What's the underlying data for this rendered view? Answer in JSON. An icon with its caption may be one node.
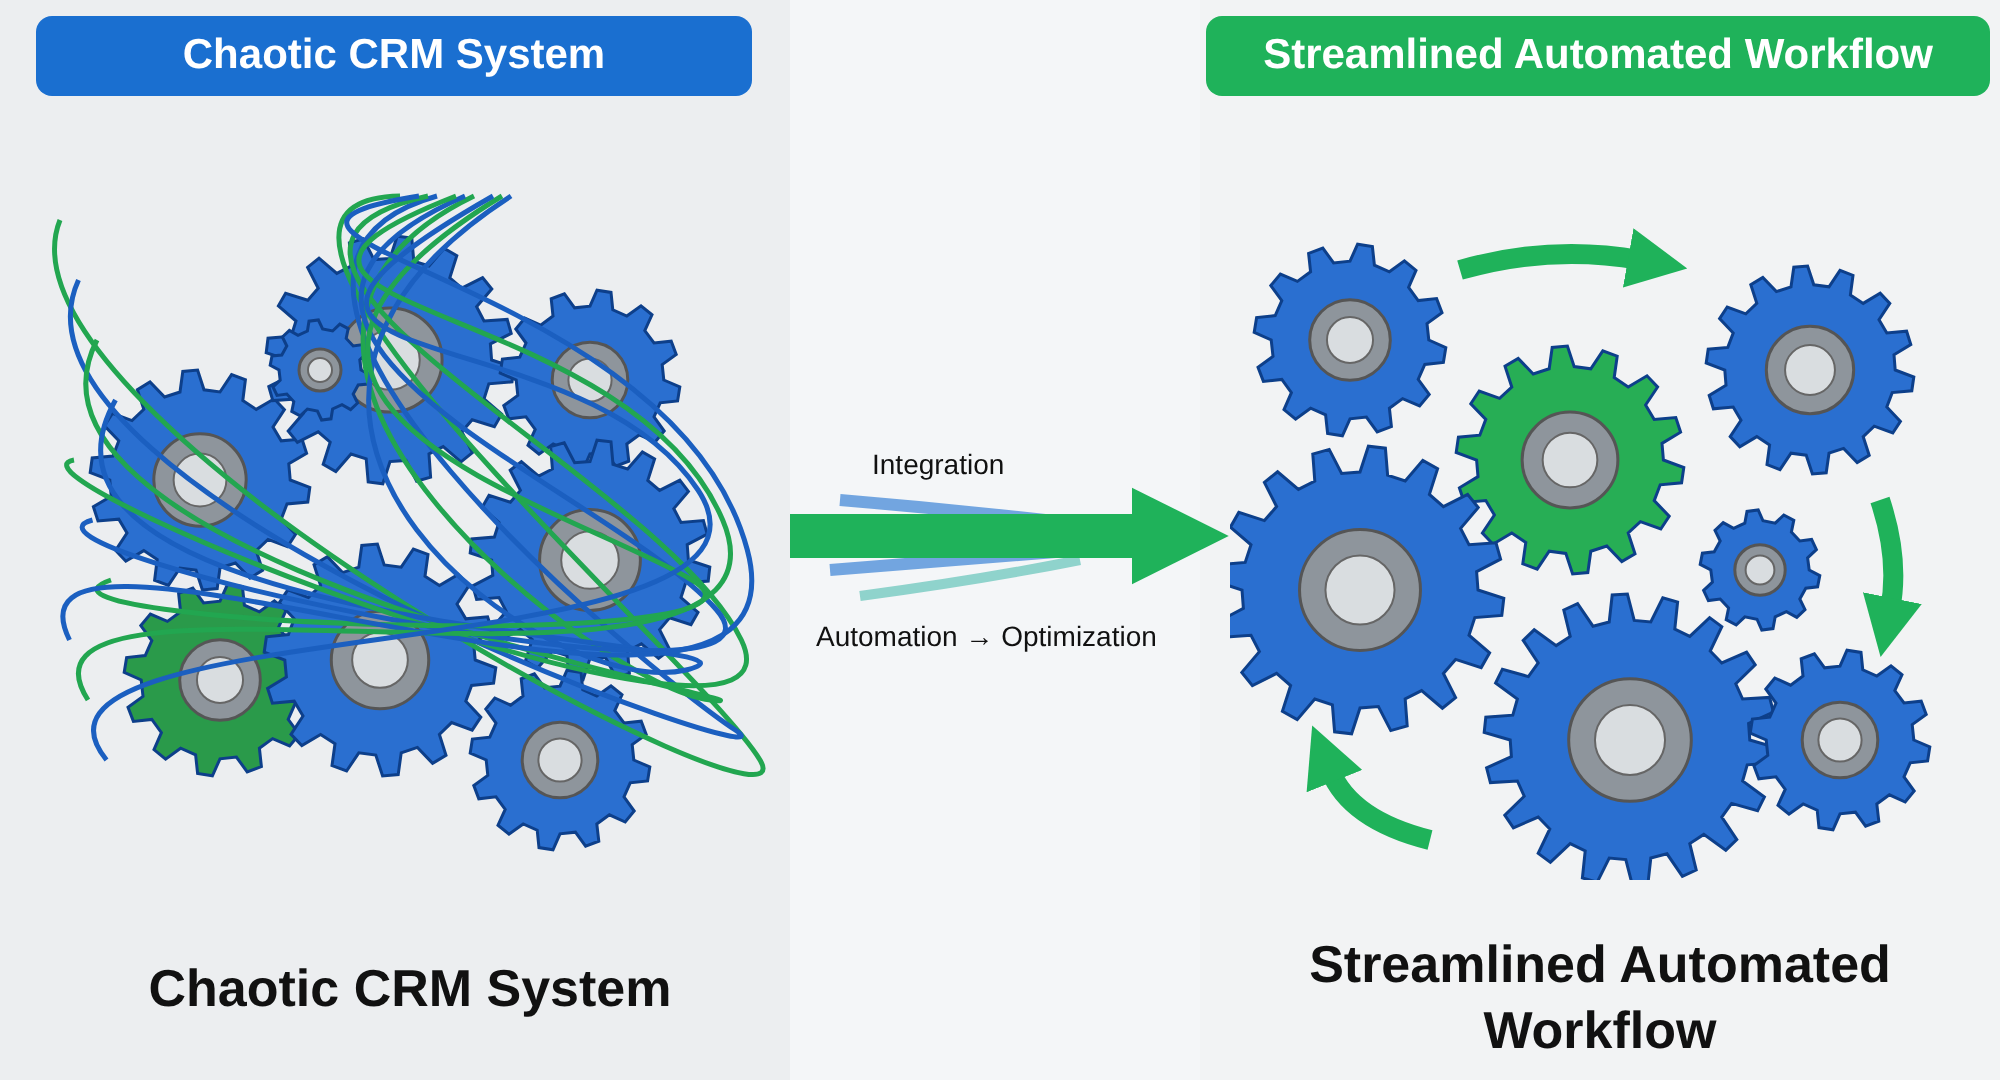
{
  "diagram": {
    "nodes": [
      {
        "text": [
          "Chaotic CRM System"
        ]
      },
      {
        "text": [
          "Streamlined Automated Workflow"
        ]
      },
      {
        "text": [],
        "shape": "picture",
        "beside": [
          "Chaotic CRM System"
        ]
      },
      {
        "text": [],
        "shape": "picture",
        "beside": [
          "Streamlined Automated Workflow"
        ]
      }
    ],
    "edges": [
      {
        "from": 2,
        "to": 3,
        "arrow": "to"
      }
    ],
    "labels": [
      "Integration",
      "Automation → Optimization"
    ]
  }
}
